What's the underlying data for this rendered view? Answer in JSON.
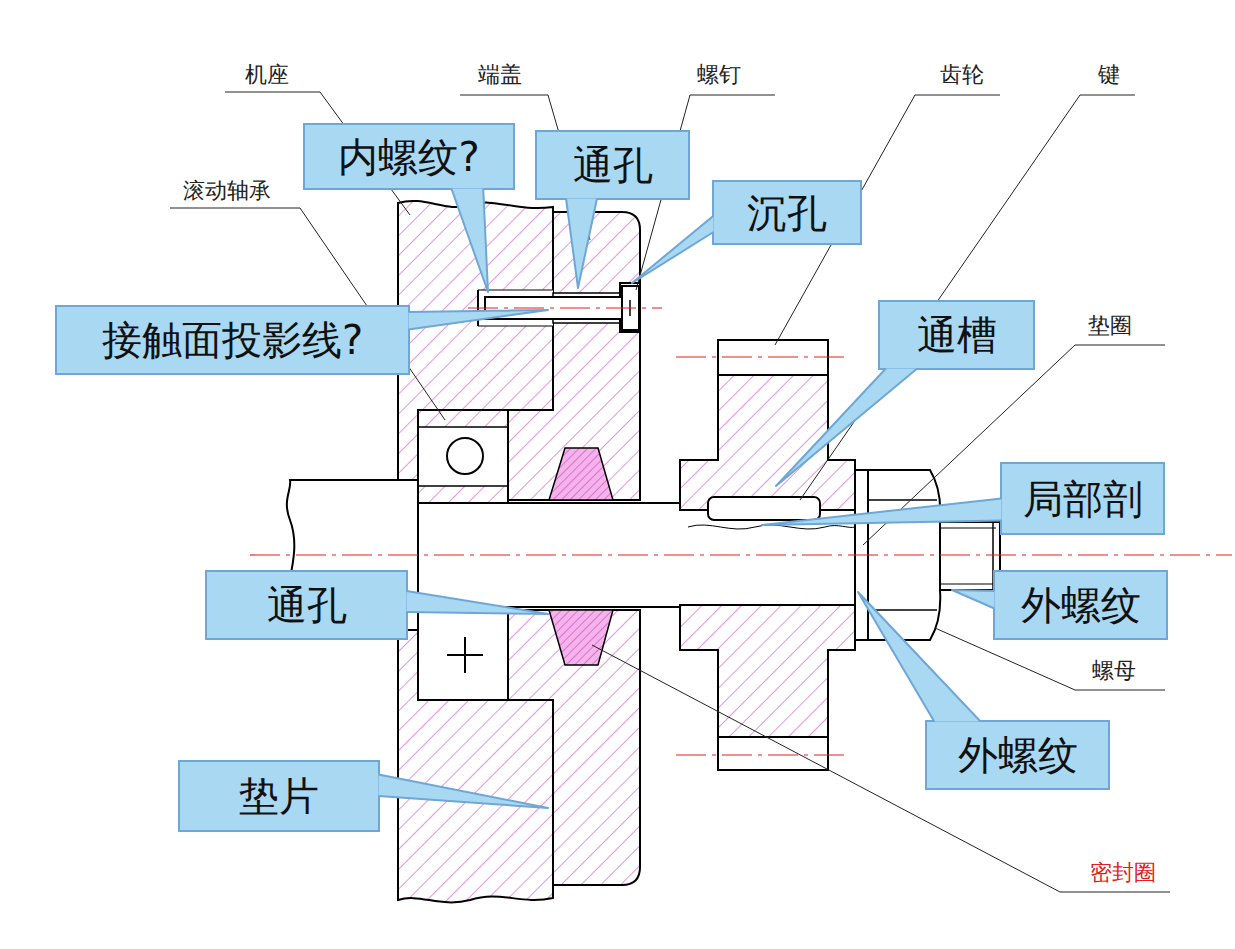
{
  "diagram": {
    "nodes": [
      {
        "text": [
          "内螺纹?"
        ]
      },
      {
        "text": [
          "通孔"
        ]
      },
      {
        "text": [
          "沉孔"
        ]
      },
      {
        "text": [
          "接触面投影线?"
        ]
      },
      {
        "text": [
          "通槽"
        ]
      },
      {
        "text": [
          "局部剖"
        ]
      },
      {
        "text": [
          "通孔"
        ]
      },
      {
        "text": [
          "外螺纹"
        ]
      },
      {
        "text": [
          "外螺纹"
        ]
      },
      {
        "text": [
          "垫片"
        ]
      }
    ],
    "labels": [
      "机座",
      "端盖",
      "螺钉",
      "齿轮",
      "键",
      "滚动轴承",
      "垫圈",
      "螺母",
      "密封圈"
    ]
  }
}
